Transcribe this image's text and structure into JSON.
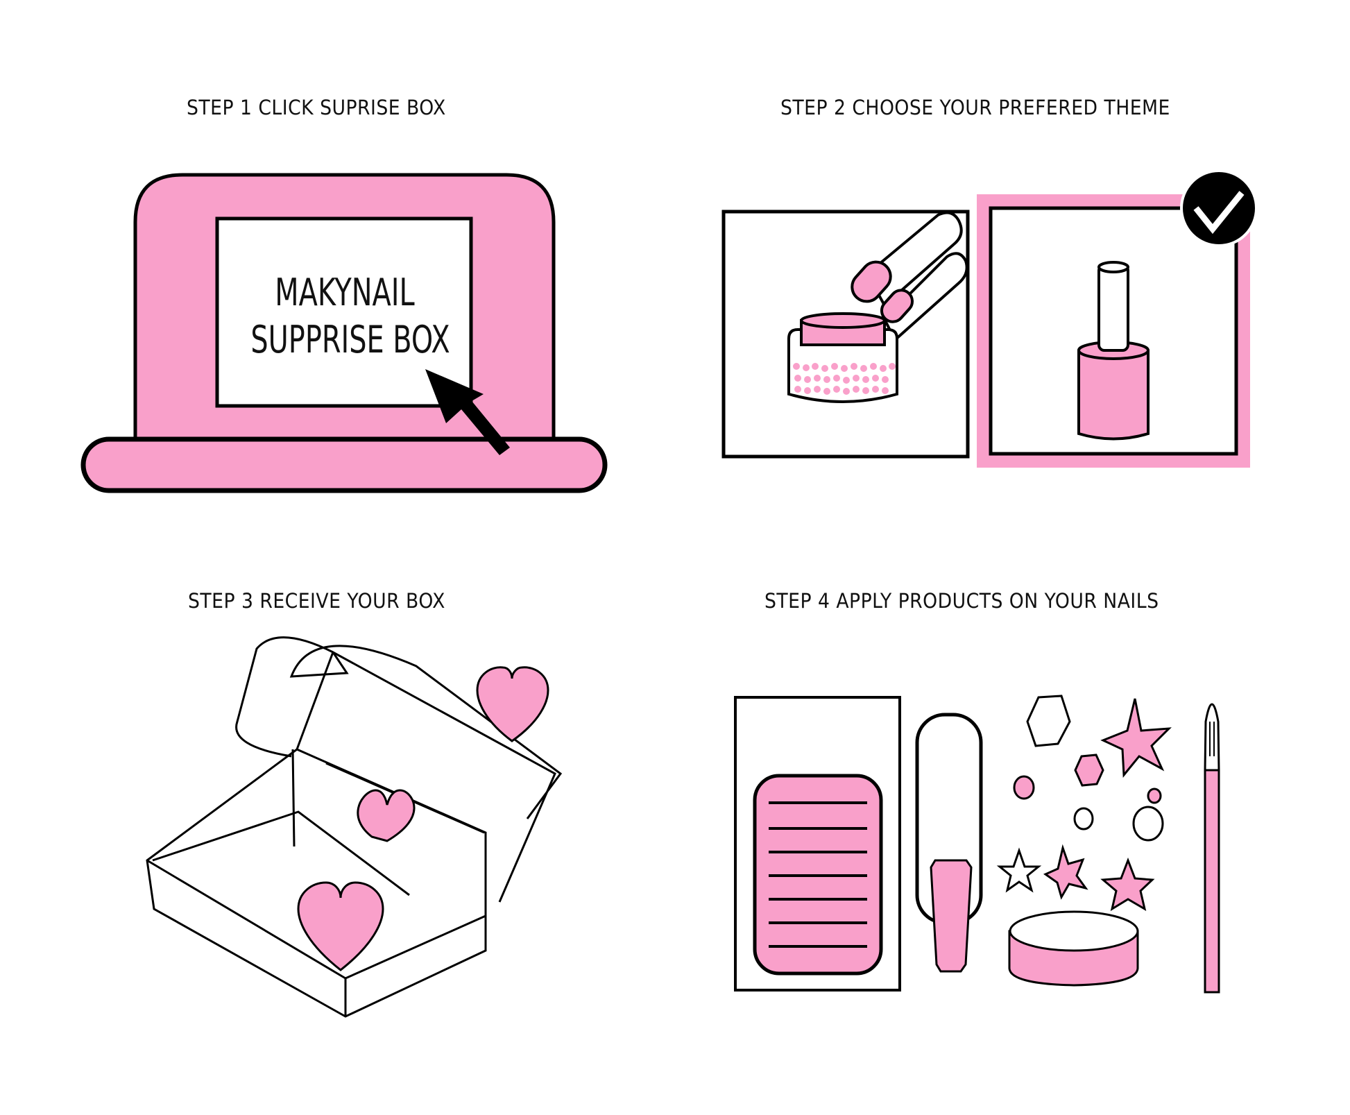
{
  "colors": {
    "pink": "#f9a0ca",
    "stroke": "#000000",
    "background": "#ffffff"
  },
  "steps": [
    {
      "title": "STEP 1 CLICK SUPRISE BOX",
      "screen_line1": "MAKYNAIL",
      "screen_line2": "SUPPRISE BOX",
      "icon": "laptop-with-cursor"
    },
    {
      "title": "STEP 2 CHOOSE YOUR PREFERED THEME",
      "options": [
        {
          "name": "nail-powder-dip",
          "selected": false
        },
        {
          "name": "nail-polish",
          "selected": true
        }
      ],
      "icon": "theme-options"
    },
    {
      "title": "STEP 3 RECEIVE YOUR BOX",
      "icon": "open-box-with-hearts"
    },
    {
      "title": "STEP 4 APPLY PRODUCTS ON YOUR NAILS",
      "icon": "nail-products"
    }
  ]
}
